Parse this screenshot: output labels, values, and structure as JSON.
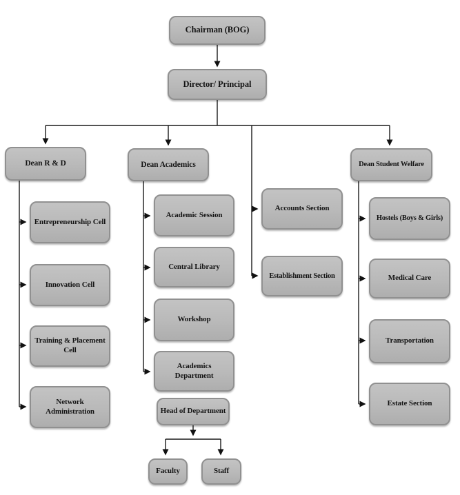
{
  "diagram": {
    "type": "org-chart",
    "colors": {
      "background": "#ffffff",
      "node_fill": "#b9b9b9",
      "node_border": "#909090",
      "line": "#1a1a1a",
      "text": "#141414"
    },
    "nodes": {
      "chairman": {
        "label": "Chairman (BOG)"
      },
      "director": {
        "label": "Director/ Principal"
      },
      "dean_rd": {
        "label": "Dean R & D"
      },
      "dean_academics": {
        "label": "Dean Academics"
      },
      "dean_sw": {
        "label": "Dean Student Welfare"
      },
      "entrepreneurship": {
        "label": "Entrepreneurship Cell"
      },
      "innovation": {
        "label": "Innovation Cell"
      },
      "training": {
        "label": "Training & Placement Cell"
      },
      "network": {
        "label": "Network Administration"
      },
      "academic_session": {
        "label": "Academic Session"
      },
      "central_library": {
        "label": "Central Library"
      },
      "workshop": {
        "label": "Workshop"
      },
      "academics_dept": {
        "label": "Academics Department"
      },
      "hod": {
        "label": "Head of Department"
      },
      "faculty": {
        "label": "Faculty"
      },
      "staff": {
        "label": "Staff"
      },
      "accounts": {
        "label": "Accounts Section"
      },
      "establishment": {
        "label": "Establishment Section"
      },
      "hostels": {
        "label": "Hostels (Boys & Girls)"
      },
      "medical": {
        "label": "Medical Care"
      },
      "transportation": {
        "label": "Transportation"
      },
      "estate": {
        "label": "Estate Section"
      }
    },
    "edges": [
      {
        "from": "chairman",
        "to": "director"
      },
      {
        "from": "director",
        "to": "dean_rd"
      },
      {
        "from": "director",
        "to": "dean_academics"
      },
      {
        "from": "director",
        "to": "accounts"
      },
      {
        "from": "director",
        "to": "establishment"
      },
      {
        "from": "director",
        "to": "dean_sw"
      },
      {
        "from": "dean_rd",
        "to": "entrepreneurship"
      },
      {
        "from": "dean_rd",
        "to": "innovation"
      },
      {
        "from": "dean_rd",
        "to": "training"
      },
      {
        "from": "dean_rd",
        "to": "network"
      },
      {
        "from": "dean_academics",
        "to": "academic_session"
      },
      {
        "from": "dean_academics",
        "to": "central_library"
      },
      {
        "from": "dean_academics",
        "to": "workshop"
      },
      {
        "from": "dean_academics",
        "to": "academics_dept"
      },
      {
        "from": "academics_dept",
        "to": "hod"
      },
      {
        "from": "hod",
        "to": "faculty"
      },
      {
        "from": "hod",
        "to": "staff"
      },
      {
        "from": "dean_sw",
        "to": "hostels"
      },
      {
        "from": "dean_sw",
        "to": "medical"
      },
      {
        "from": "dean_sw",
        "to": "transportation"
      },
      {
        "from": "dean_sw",
        "to": "estate"
      }
    ]
  }
}
